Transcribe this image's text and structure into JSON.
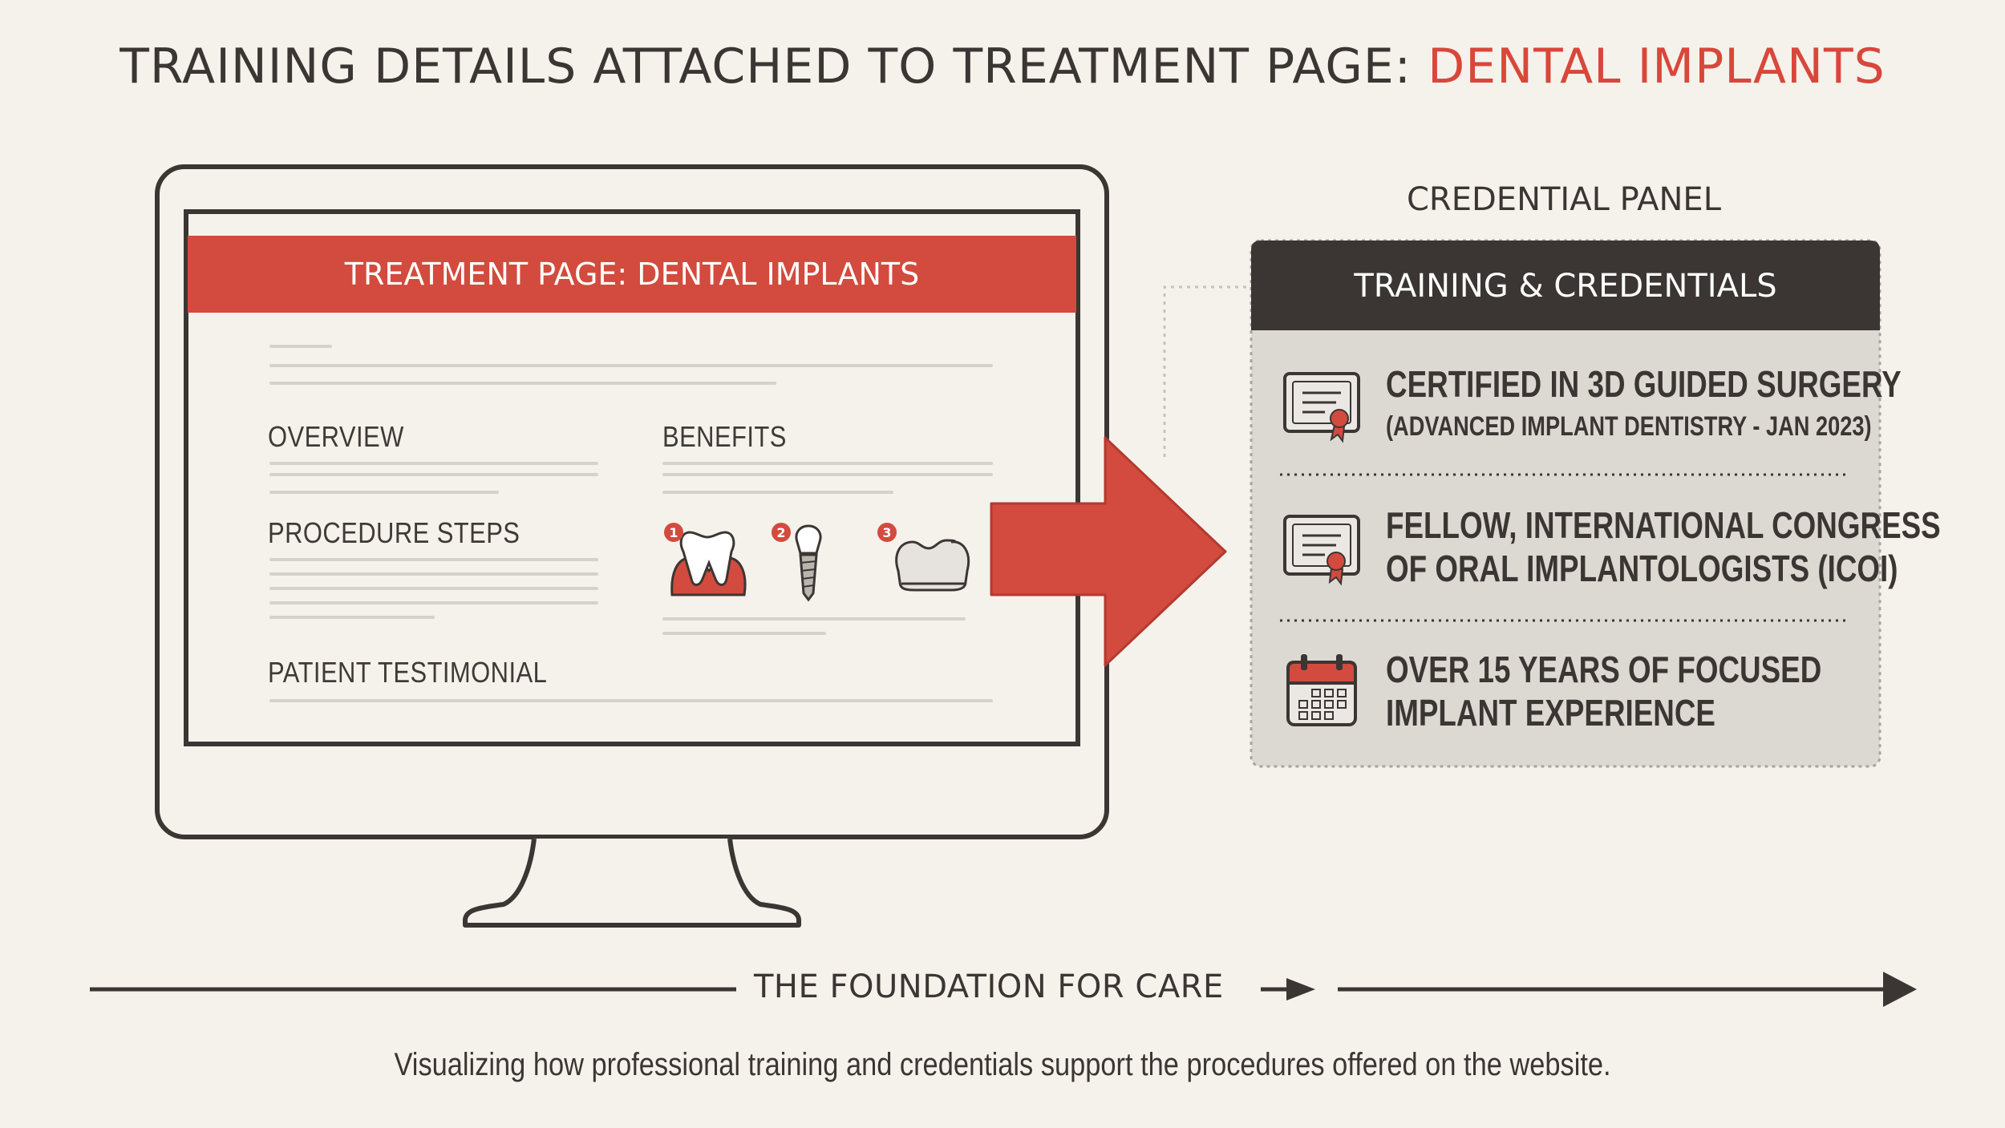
{
  "title": {
    "prefix": "TRAINING DETAILS ATTACHED TO TREATMENT PAGE: ",
    "highlight": "DENTAL IMPLANTS"
  },
  "screen": {
    "header": "TREATMENT PAGE: DENTAL IMPLANTS",
    "sections": {
      "overview": "OVERVIEW",
      "benefits": "BENEFITS",
      "procedure_steps": "PROCEDURE STEPS",
      "patient_testimonial": "PATIENT TESTIMONIAL"
    },
    "steps": [
      {
        "number": "1",
        "icon": "tooth-extraction-icon"
      },
      {
        "number": "2",
        "icon": "dental-implant-screw-icon"
      },
      {
        "number": "3",
        "icon": "dental-crown-icon"
      }
    ]
  },
  "panel": {
    "caption": "CREDENTIAL PANEL",
    "header": "TRAINING & CREDENTIALS",
    "items": [
      {
        "icon": "certificate-icon",
        "line1": "CERTIFIED IN 3D GUIDED SURGERY",
        "line2": "(ADVANCED IMPLANT DENTISTRY - JAN 2023)"
      },
      {
        "icon": "certificate-icon",
        "line1": "FELLOW, INTERNATIONAL CONGRESS",
        "line2": "OF ORAL IMPLANTOLOGISTS (ICOI)"
      },
      {
        "icon": "calendar-icon",
        "line1": "OVER 15 YEARS OF FOCUSED",
        "line2": "IMPLANT EXPERIENCE"
      }
    ]
  },
  "foundation_label": "THE FOUNDATION FOR CARE",
  "footnote": "Visualizing how professional training and credentials support the procedures offered on the website.",
  "colors": {
    "background": "#f5f2ec",
    "accent": "#d9473a",
    "dark": "#3b3633",
    "panel_body": "#dcd9d3"
  }
}
